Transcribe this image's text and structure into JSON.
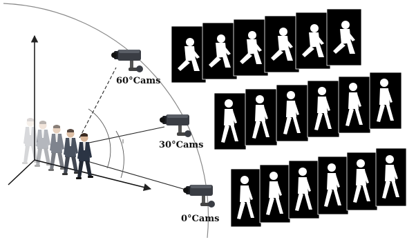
{
  "cameras": [
    {
      "label": "60°Cams",
      "icon": "cctv-camera-icon",
      "angle_deg": 60
    },
    {
      "label": "30°Cams",
      "icon": "cctv-camera-icon",
      "angle_deg": 30
    },
    {
      "label": "0°Cams",
      "icon": "cctv-camera-icon",
      "angle_deg": 0
    }
  ],
  "silhouette_rows": [
    {
      "view": "60°",
      "frames": 6
    },
    {
      "view": "30°",
      "frames": 6
    },
    {
      "view": "0°",
      "frames": 6
    }
  ],
  "walking_people": 5,
  "colors": {
    "frame_bg": "#000000",
    "silhouette": "#ffffff",
    "person_suit": "#2b3444",
    "line": "#222222"
  }
}
